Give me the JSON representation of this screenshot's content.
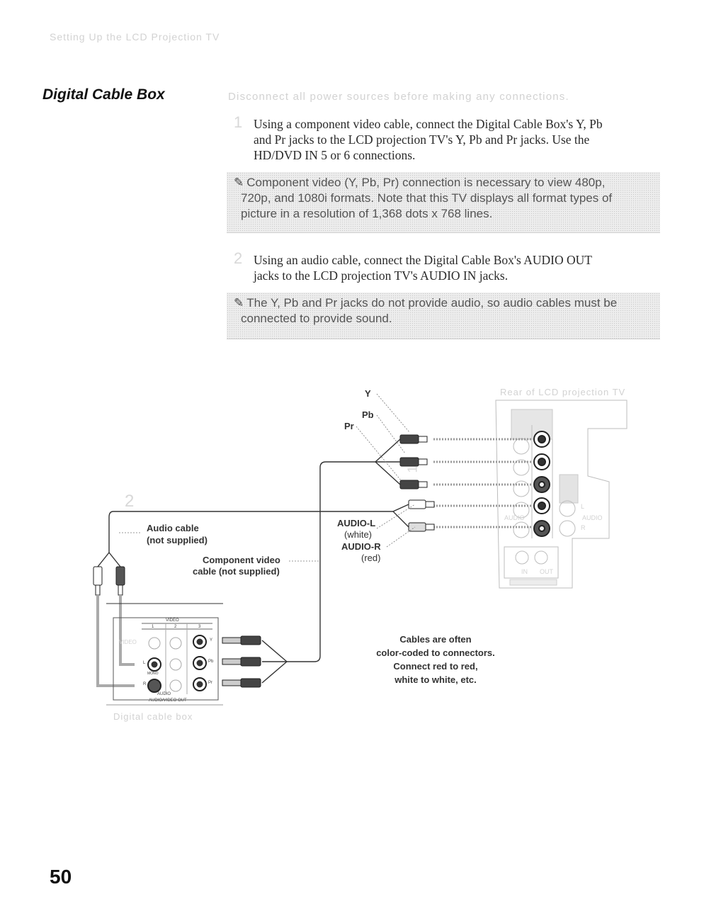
{
  "header": {
    "running_head": "Setting Up the LCD Projection TV"
  },
  "section": {
    "title": "Digital Cable Box",
    "intro": "Disconnect all power sources before making any connections.",
    "steps": [
      {
        "number": "1",
        "text_lines": [
          "Using a component video cable, connect the Digital Cable Box's Y, Pb",
          "and Pr jacks to the LCD projection TV's Y, Pb and Pr jacks. Use the",
          "HD/DVD IN 5 or 6 connections."
        ]
      },
      {
        "number": "2",
        "text_lines": [
          "Using an audio cable, connect the Digital Cable Box's AUDIO OUT",
          "jacks to the LCD projection TV's AUDIO IN jacks."
        ]
      }
    ],
    "notes": [
      {
        "lines": [
          "Component video (Y, Pb, Pr) connection is necessary to view 480p,",
          "720p, and 1080i formats. Note that this TV displays all format types of",
          "picture in a resolution of 1,368 dots x 768 lines."
        ]
      },
      {
        "lines": [
          "The Y, Pb and Pr jacks do not provide audio, so audio cables must be",
          "connected to provide sound."
        ]
      }
    ]
  },
  "diagram": {
    "tv_caption": "Rear of LCD projection TV",
    "box_caption": "Digital cable box",
    "step_marker_audio": "2",
    "step_marker_video": "1",
    "labels": {
      "y": "Y",
      "pb": "Pb",
      "pr": "Pr",
      "audio_cable": "Audio cable",
      "audio_cable_note": "(not supplied)",
      "component_cable_1": "Component video",
      "component_cable_2": "cable (not supplied)",
      "audio_l": "AUDIO-L",
      "audio_l_color": "(white)",
      "audio_r": "AUDIO-R",
      "audio_r_color": "(red)"
    },
    "tv_panel": {
      "audio": "AUDIO",
      "in": "IN",
      "out": "OUT",
      "l": "L",
      "r": "R"
    },
    "box_panel": {
      "video": "VIDEO",
      "cols": [
        "1",
        "2",
        "3"
      ],
      "y": "Y",
      "pb": "Pb",
      "pr": "Pr",
      "l": "L",
      "r": "R",
      "mono": "MONO",
      "audio": "AUDIO",
      "footer": "AUDIO/VIDEO OUT"
    },
    "callout_lines": [
      "Cables are often",
      "color-coded to connectors.",
      "Connect red to red,",
      "white to white, etc."
    ]
  },
  "page_number": "50"
}
